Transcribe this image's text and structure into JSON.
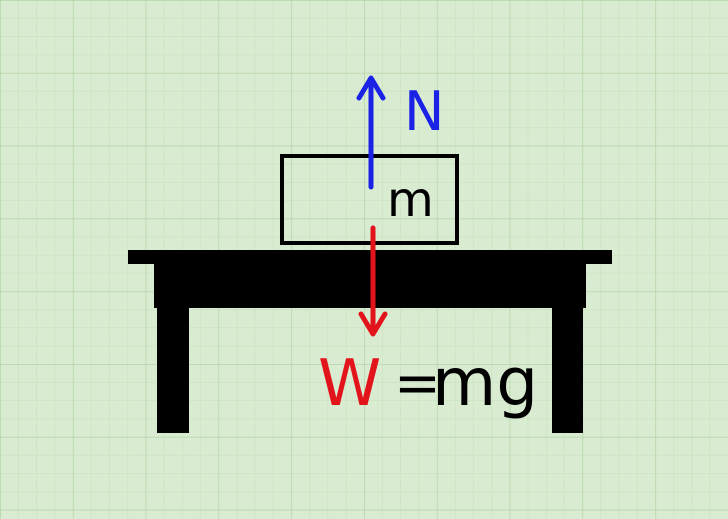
{
  "diagram": {
    "colors": {
      "background": "#d9ebd0",
      "grid_line": "#b9d9b0",
      "table": "#000000",
      "block_outline": "#000000",
      "normal_force": "#1a22e6",
      "weight_force": "#e3131c",
      "text": "#000000"
    },
    "normal_force_label": "N",
    "mass_label": "m",
    "weight_label": "W",
    "equals_sign": "=",
    "weight_formula_rhs": "mg"
  }
}
